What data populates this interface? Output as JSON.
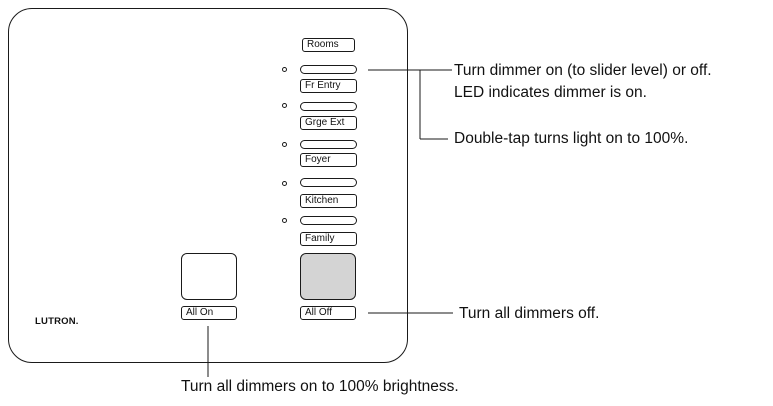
{
  "panel": {
    "logo": "LUTRON.",
    "header_label": "Rooms",
    "zones": [
      {
        "label": "Fr Entry"
      },
      {
        "label": "Grge Ext"
      },
      {
        "label": "Foyer"
      },
      {
        "label": "Kitchen"
      },
      {
        "label": "Family"
      }
    ],
    "all_on_label": "All On",
    "all_off_label": "All Off",
    "colors": {
      "all_off_button_fill": "#d4d4d4",
      "outline": "#1a1a1a"
    }
  },
  "annotations": {
    "zone_button_line1": "Turn dimmer on (to slider level) or off.",
    "zone_button_line2": "LED indicates dimmer is on.",
    "double_tap": "Double-tap turns light on to 100%.",
    "all_off": "Turn all dimmers off.",
    "all_on": "Turn all dimmers on to 100% brightness."
  }
}
